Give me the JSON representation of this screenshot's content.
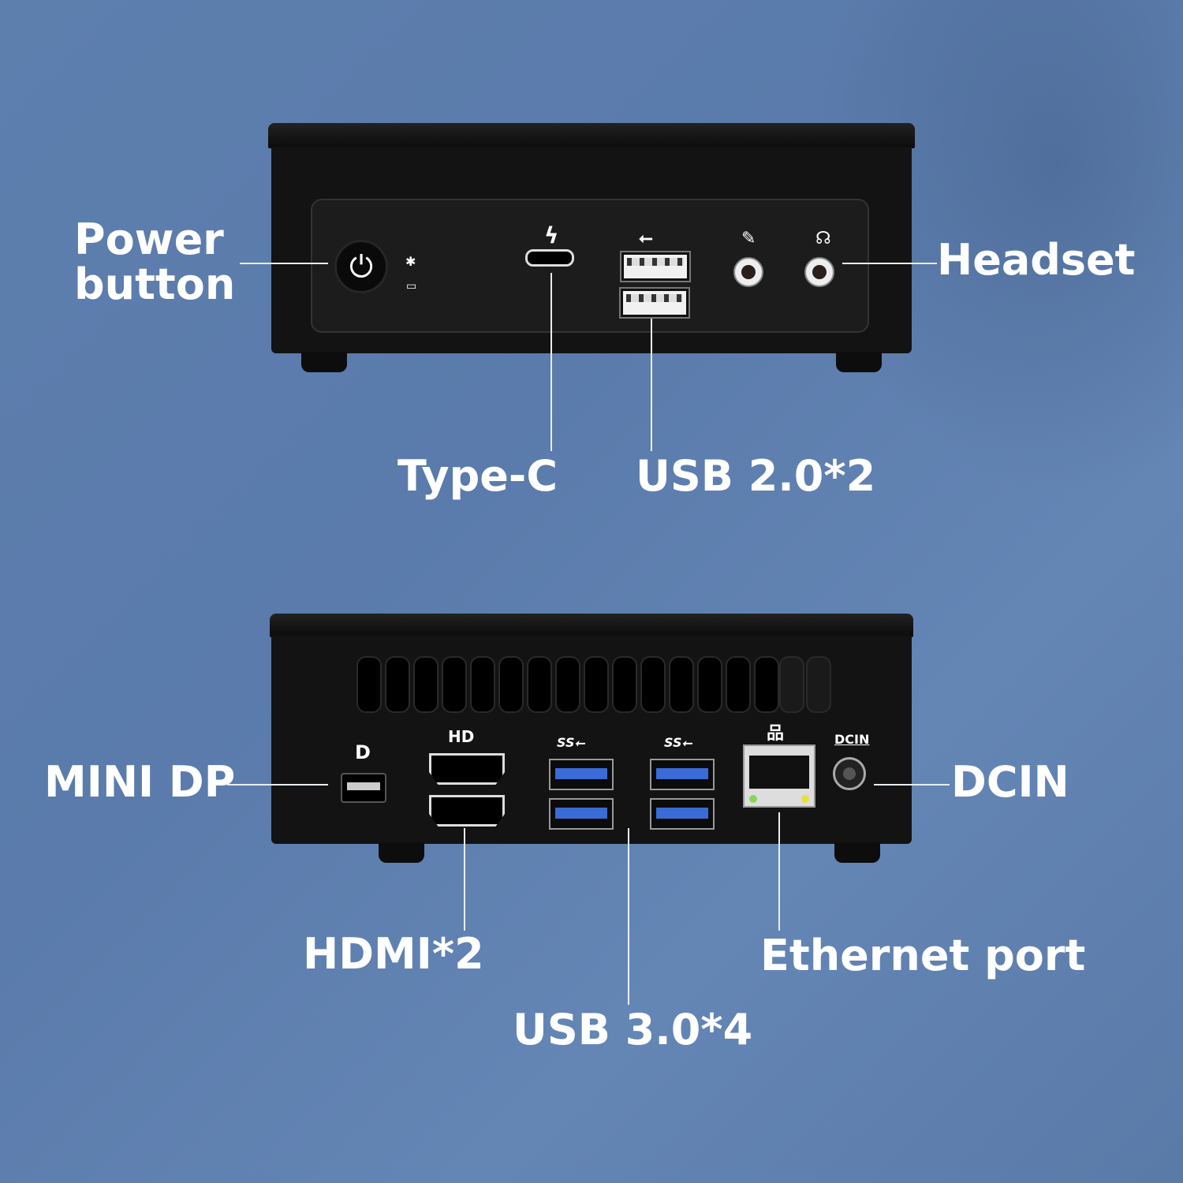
{
  "labels": {
    "power_button": "Power\nbutton",
    "power_button_l1": "Power",
    "power_button_l2": "button",
    "headset": "Headset",
    "type_c": "Type-C",
    "usb2": "USB 2.0*2",
    "mini_dp": "MINI DP",
    "dcin": "DCIN",
    "hdmi": "HDMI*2",
    "ethernet": "Ethernet port",
    "usb3": "USB 3.0*4"
  },
  "icons": {
    "power": "⏻",
    "thunderbolt": "ϟ",
    "usb": "⭠",
    "mic": "🎤",
    "headset": "🎧",
    "dp": "D",
    "hd": "HD",
    "ss": "SS⭠",
    "network": "品",
    "dcin": "DCIN"
  },
  "colors": {
    "background": "#5d7fae",
    "device": "#131313",
    "usb3_blue": "#3a6bd6",
    "label": "#ffffff"
  }
}
